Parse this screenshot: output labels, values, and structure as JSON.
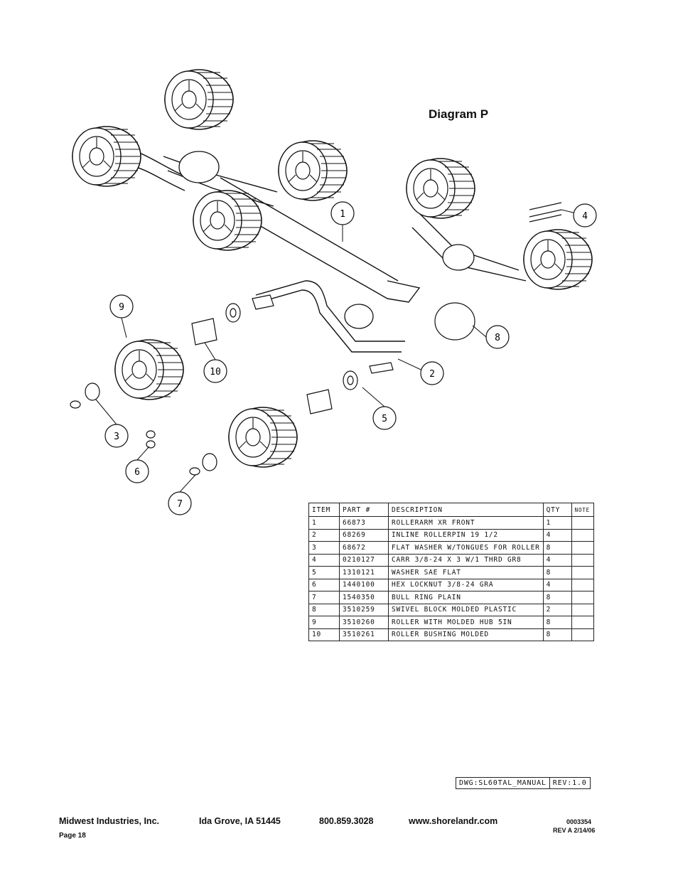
{
  "title": "Diagram P",
  "callouts": [
    "1",
    "2",
    "3",
    "4",
    "5",
    "6",
    "7",
    "8",
    "9",
    "10"
  ],
  "table": {
    "headers": [
      "ITEM",
      "PART #",
      "DESCRIPTION",
      "QTY",
      "NOTE"
    ],
    "rows": [
      [
        "1",
        "66873",
        "ROLLERARM XR FRONT",
        "1",
        ""
      ],
      [
        "2",
        "68269",
        "INLINE ROLLERPIN 19 1/2",
        "4",
        ""
      ],
      [
        "3",
        "68672",
        "FLAT WASHER W/TONGUES FOR ROLLER",
        "8",
        ""
      ],
      [
        "4",
        "0210127",
        "CARR 3/8-24 X 3 W/1 THRD GR8",
        "4",
        ""
      ],
      [
        "5",
        "1310121",
        "WASHER SAE FLAT",
        "8",
        ""
      ],
      [
        "6",
        "1440100",
        "HEX LOCKNUT 3/8-24 GRA",
        "4",
        ""
      ],
      [
        "7",
        "1540350",
        "BULL RING PLAIN",
        "8",
        ""
      ],
      [
        "8",
        "3510259",
        "SWIVEL BLOCK MOLDED PLASTIC",
        "2",
        ""
      ],
      [
        "9",
        "3510260",
        "ROLLER WITH MOLDED HUB  5IN",
        "8",
        ""
      ],
      [
        "10",
        "3510261",
        "ROLLER BUSHING MOLDED",
        "8",
        ""
      ]
    ]
  },
  "dwg": {
    "name": "DWG:SL60TAL_MANUAL",
    "rev": "REV:1.0"
  },
  "footer": {
    "company": "Midwest Industries, Inc.",
    "city": "Ida Grove, IA  51445",
    "phone": "800.859.3028",
    "web": "www.shorelandr.com",
    "page": "Page 18",
    "doc_no": "0003354",
    "rev": "REV A  2/14/06"
  }
}
